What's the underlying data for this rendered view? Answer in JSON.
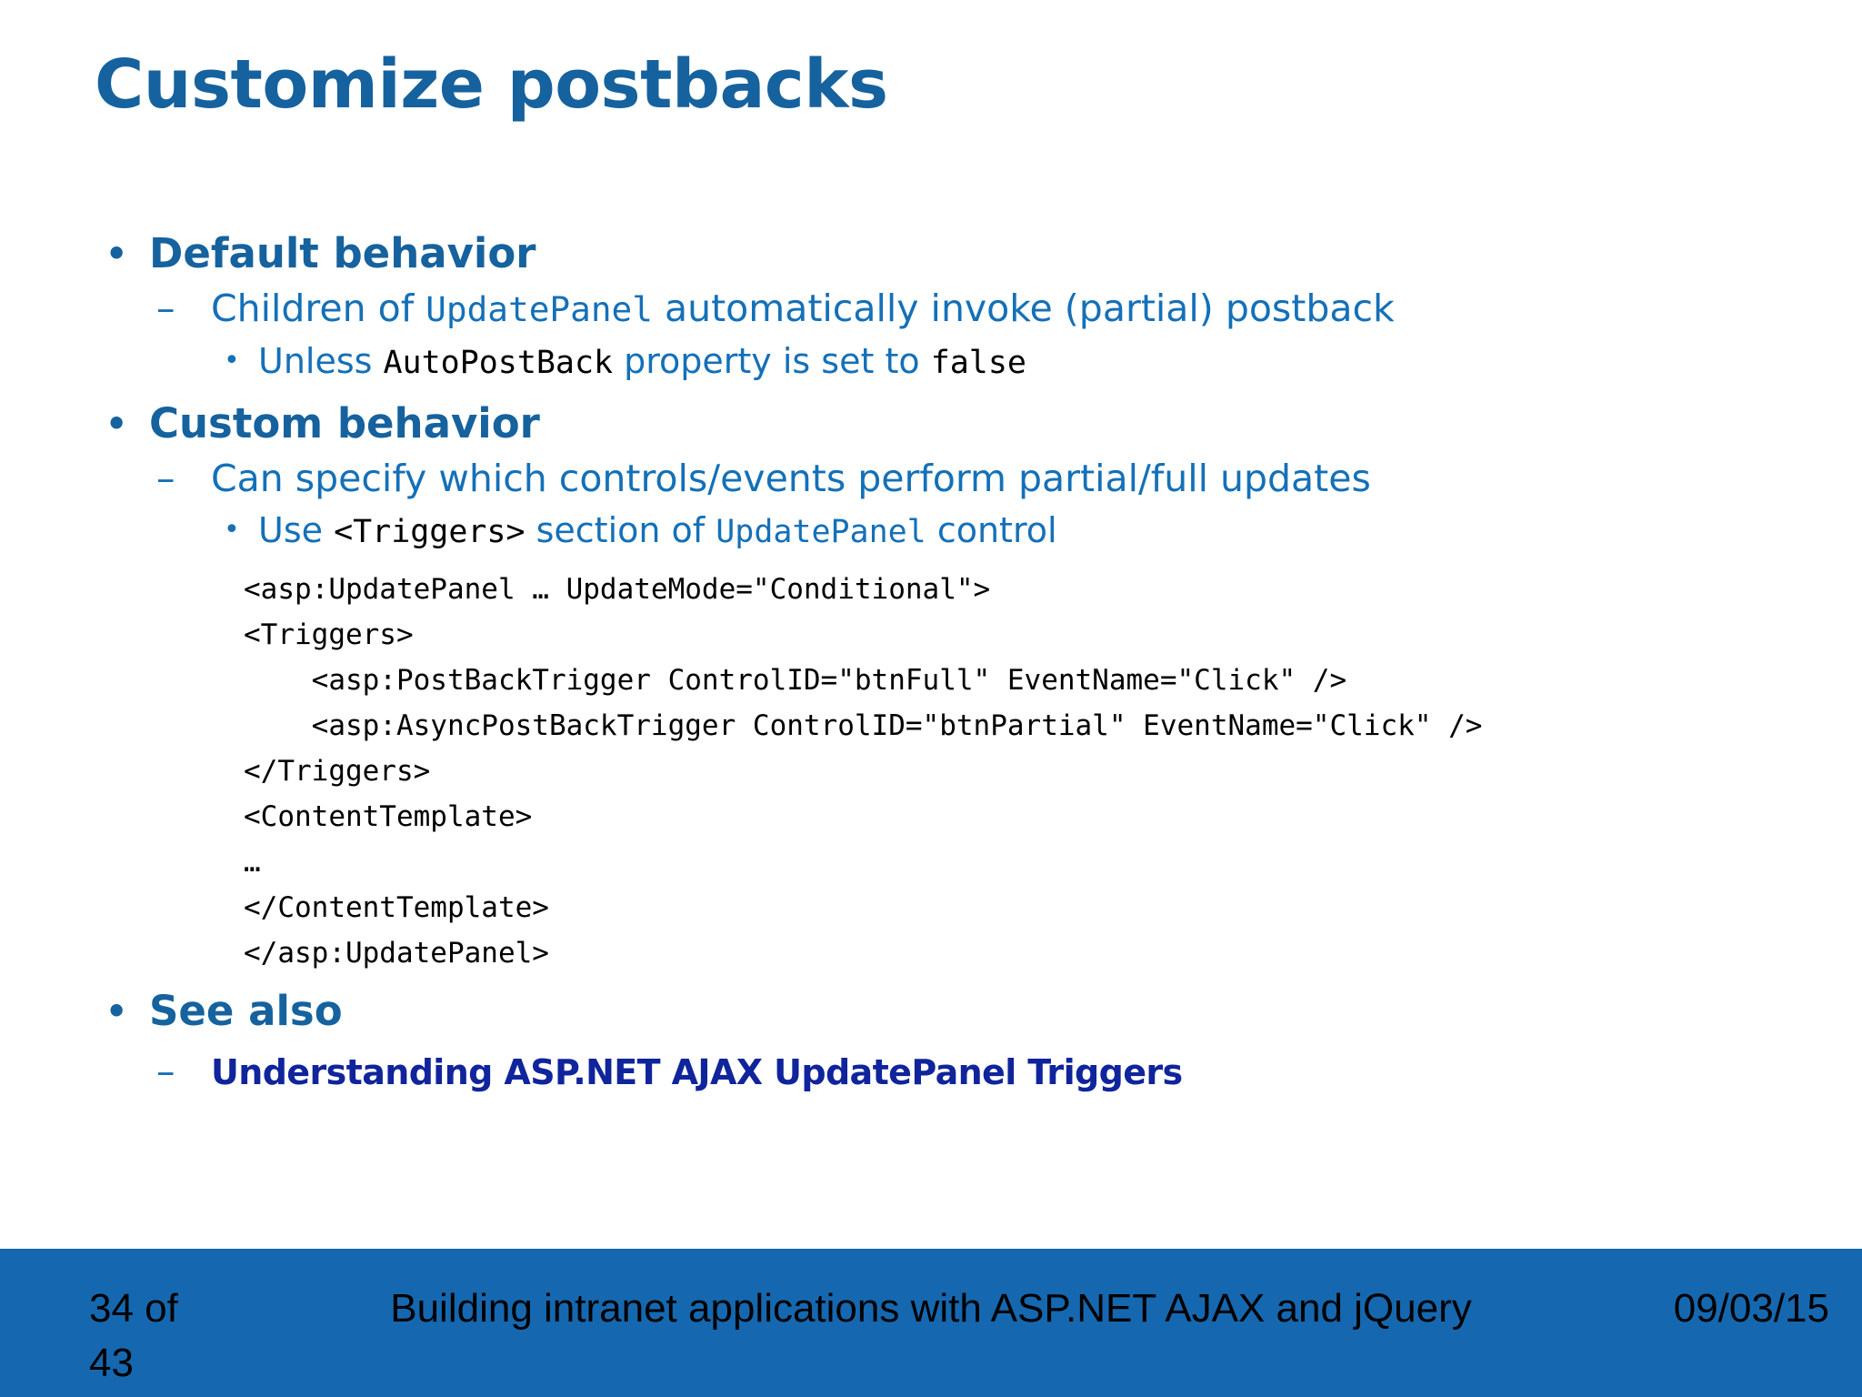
{
  "slide": {
    "title": "Customize postbacks",
    "theme": {
      "title_blue": "#15629E",
      "body_blue": "#1470B8",
      "link_navy": "#10249C",
      "footer_bar": "#1568AF",
      "code_black": "#000000",
      "background": "#FFFFFF"
    }
  },
  "content": {
    "bullet_glyph_l1": "•",
    "bullet_glyph_l2": "–",
    "bullet_glyph_l3": "•",
    "section1": {
      "heading": "Default behavior",
      "sub1": {
        "pre": "Children of ",
        "code": "UpdatePanel",
        "post": " automatically invoke (partial) postback"
      },
      "sub2": {
        "pre": "Unless ",
        "code1": "AutoPostBack",
        "mid": " property is set to ",
        "code2": "false"
      }
    },
    "section2": {
      "heading": "Custom behavior",
      "sub1": "Can specify which controls/events perform partial/full updates",
      "sub2": {
        "pre": "Use ",
        "code1": "<Triggers>",
        "mid": " section of ",
        "code2": "UpdatePanel",
        "post": " control"
      },
      "code_lines": [
        "<asp:UpdatePanel … UpdateMode=\"Conditional\">",
        "<Triggers>",
        "    <asp:PostBackTrigger ControlID=\"btnFull\" EventName=\"Click\" />",
        "    <asp:AsyncPostBackTrigger ControlID=\"btnPartial\" EventName=\"Click\" />",
        "</Triggers>",
        "<ContentTemplate>",
        "…",
        "</ContentTemplate>",
        "</asp:UpdatePanel>"
      ]
    },
    "section3": {
      "heading": "See also",
      "link_text": "Understanding ASP.NET AJAX UpdatePanel Triggers"
    }
  },
  "footer": {
    "page": "34 of 43",
    "center_title": "Building intranet applications with ASP.NET AJAX and jQuery",
    "date": "09/03/15"
  }
}
